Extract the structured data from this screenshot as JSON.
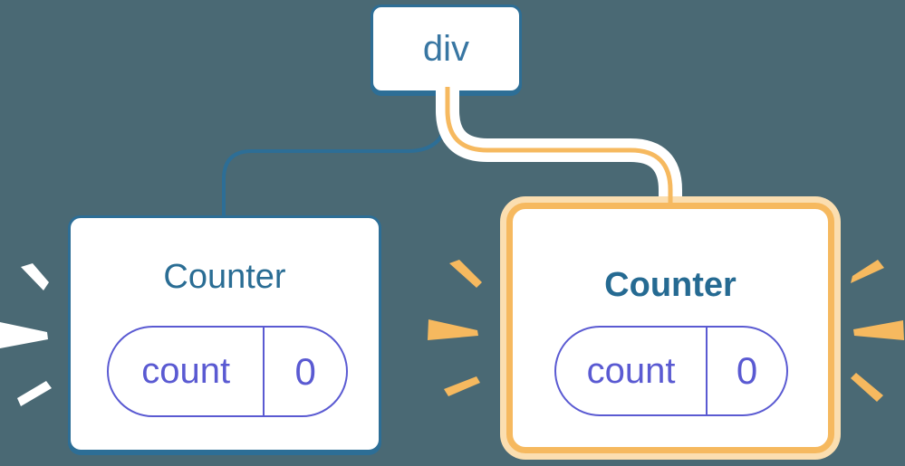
{
  "diagram": {
    "description": "React component tree: a div parent with two Counter children; the right Counter is highlighted as re-rendered",
    "background_color": "#4a6974",
    "root": {
      "label": "div"
    },
    "left_counter": {
      "title": "Counter",
      "state": {
        "key": "count",
        "value": "0"
      }
    },
    "right_counter": {
      "title": "Counter",
      "state": {
        "key": "count",
        "value": "0"
      }
    },
    "colors": {
      "node_border_blue": "#2d6e96",
      "root_text_blue": "#3876a2",
      "title_blue": "#2a6d94",
      "state_indigo": "#5a5ad2",
      "highlight_orange": "#f6b95f",
      "highlight_peach": "#fbdeb0",
      "card_background": "#ffffff"
    }
  }
}
